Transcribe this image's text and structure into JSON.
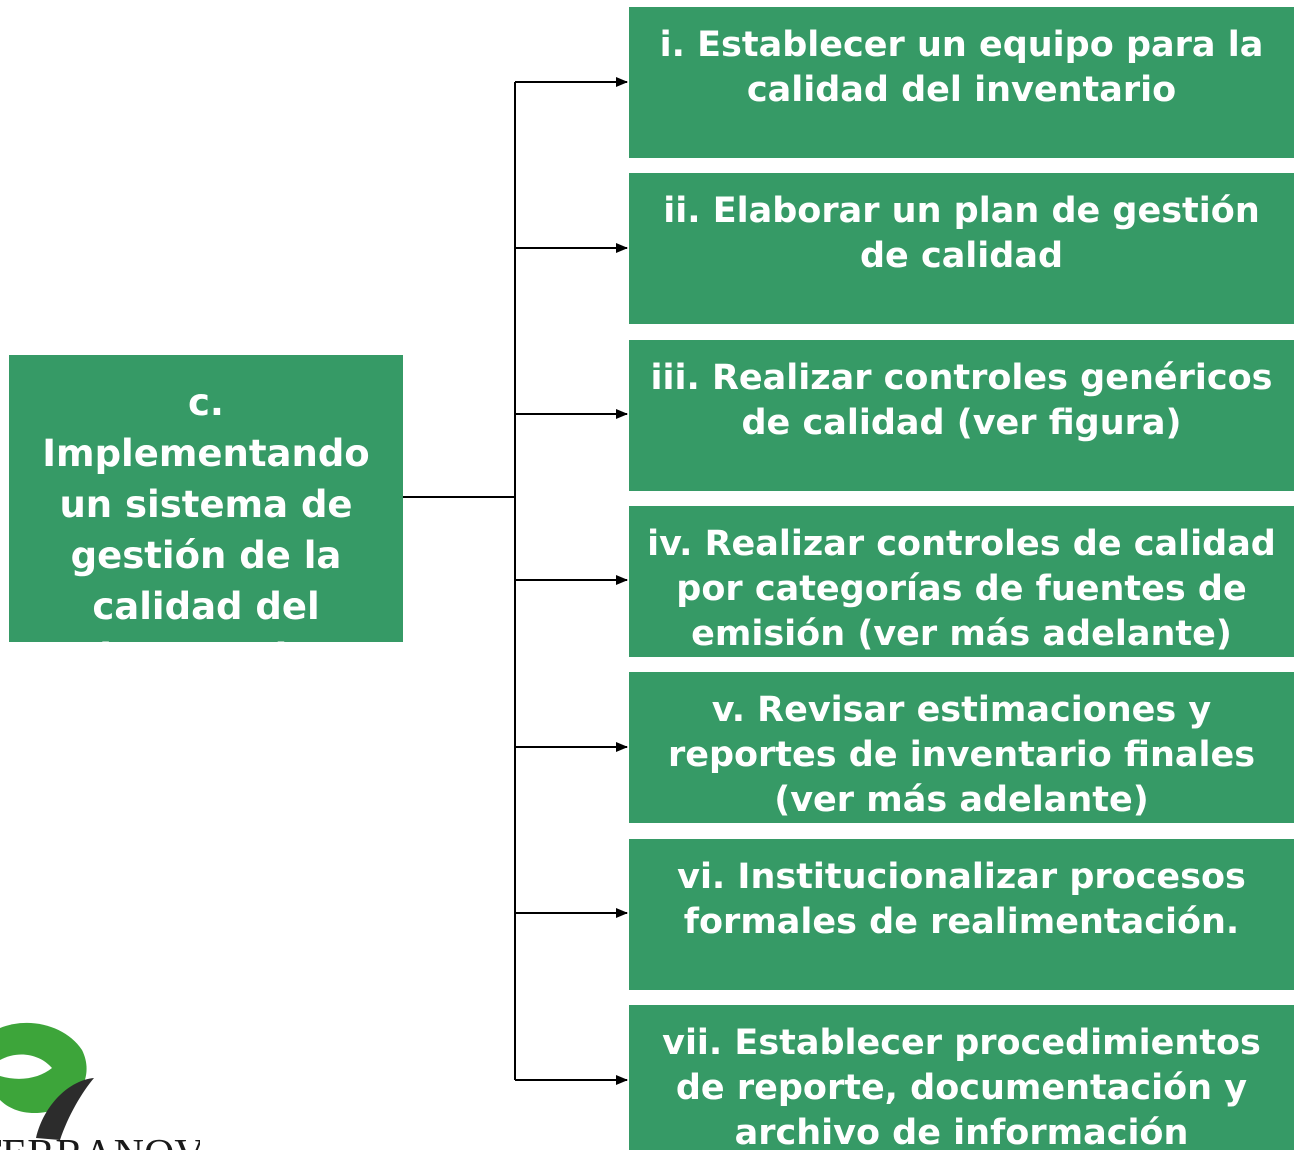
{
  "diagram": {
    "main": {
      "label": "c. Implementando un sistema de gestión de la calidad del inventario"
    },
    "steps": [
      {
        "label": "i. Establecer un equipo para la calidad del inventario"
      },
      {
        "label": "ii. Elaborar un plan de gestión de calidad"
      },
      {
        "label": "iii. Realizar controles genéricos de calidad (ver figura)"
      },
      {
        "label": "iv. Realizar controles de calidad por categorías de fuentes de emisión (ver más adelante)"
      },
      {
        "label": "v. Revisar estimaciones y reportes de inventario finales (ver más adelante)"
      },
      {
        "label": "vi. Institucionalizar procesos formales de realimentación."
      },
      {
        "label": "vii. Establecer procedimientos de reporte, documentación y archivo de información"
      }
    ]
  },
  "logo": {
    "text": "TERRANOVA"
  },
  "colors": {
    "box": "#369a66",
    "text": "#ffffff",
    "line": "#000000",
    "logo_green": "#3da53a",
    "logo_text": "#1a1a1a"
  }
}
